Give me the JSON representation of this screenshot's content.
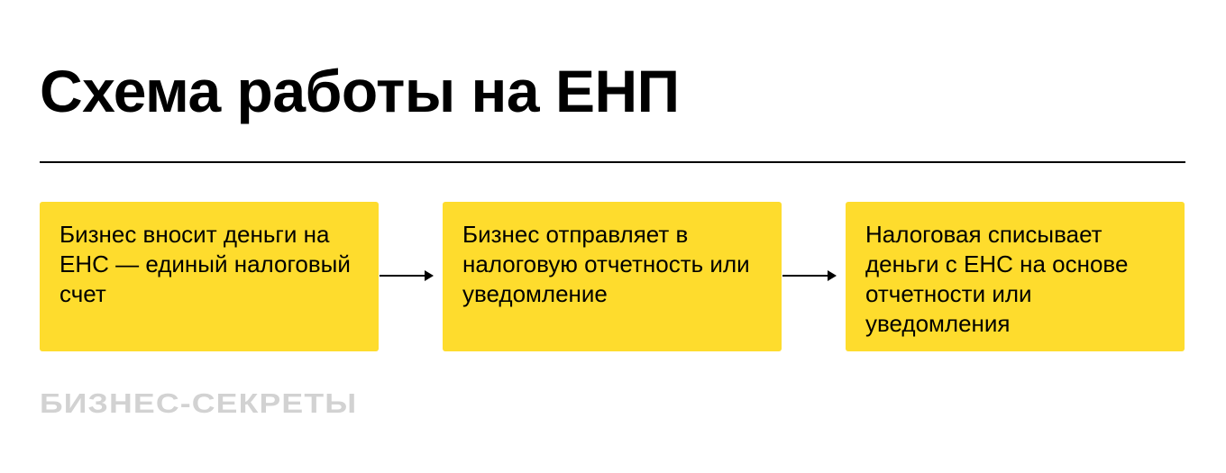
{
  "title": "Схема работы на ЕНП",
  "steps": [
    {
      "text": "Бизнес вносит деньги на ЕНС — единый налоговый счет"
    },
    {
      "text": "Бизнес отправляет в налоговую отчетность или уведомление"
    },
    {
      "text": "Налоговая списывает деньги с ЕНС на основе отчетности или уведомления"
    }
  ],
  "logo": "БИЗНЕС-СЕКРЕТЫ",
  "colors": {
    "box": "#FEDC2D",
    "logo": "#d2d2d2"
  }
}
